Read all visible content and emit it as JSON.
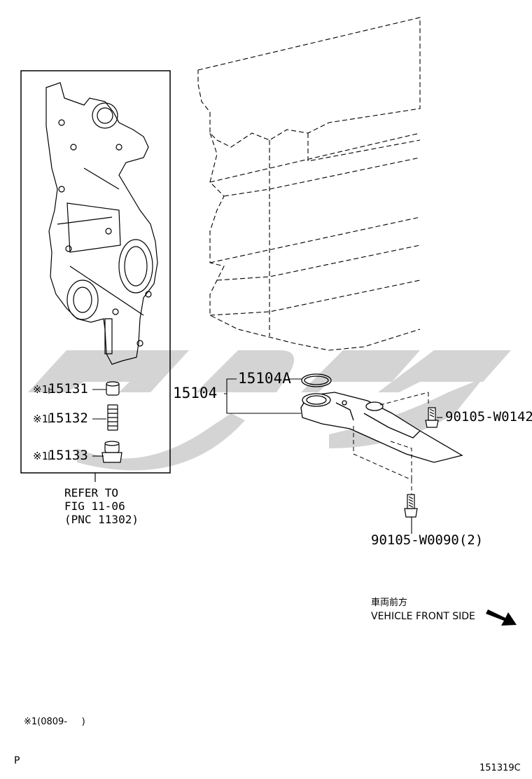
{
  "parts": {
    "p15131": {
      "mark": "※1",
      "number": "15131"
    },
    "p15132": {
      "mark": "※1",
      "number": "15132"
    },
    "p15133": {
      "mark": "※1",
      "number": "15133"
    },
    "p15104": {
      "number": "15104"
    },
    "p15104A": {
      "number": "15104A"
    },
    "bolt_a": {
      "number": "90105-W0142"
    },
    "bolt_b": {
      "number": "90105-W0090(2)"
    }
  },
  "reference": {
    "line1": "REFER TO",
    "line2": "FIG 11-06",
    "line3": "(PNC 11302)"
  },
  "direction": {
    "jp": "車両前方",
    "en": "VEHICLE FRONT SIDE"
  },
  "footnote": {
    "mark": "※1",
    "text": "(0809-     )"
  },
  "corner_letter": "P",
  "figure_code": "151319C",
  "colors": {
    "line": "#000000",
    "watermark": "#d4d4d4"
  },
  "icons": [
    "front-direction-arrow-icon"
  ]
}
